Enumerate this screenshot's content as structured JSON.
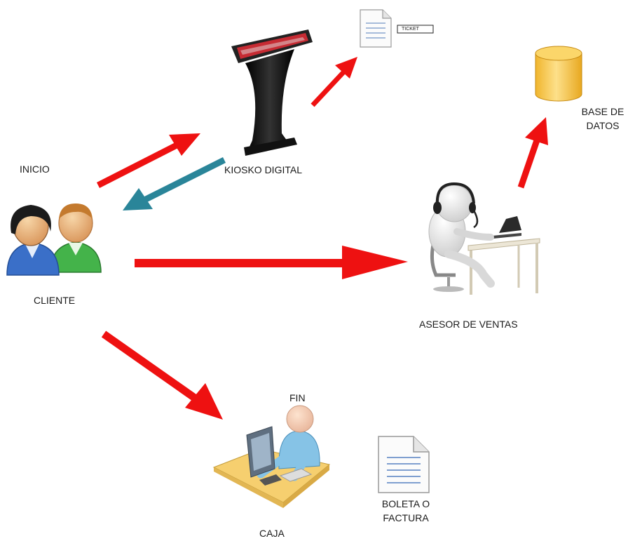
{
  "labels": {
    "inicio": "INICIO",
    "cliente": "CLIENTE",
    "kiosko": "KIOSKO DIGITAL",
    "ticket": "TICKET",
    "base_datos_line1": "BASE DE",
    "base_datos_line2": "DATOS",
    "asesor": "ASESOR DE VENTAS",
    "fin": "FIN",
    "caja": "CAJA",
    "boleta_line1": "BOLETA O",
    "boleta_line2": "FACTURA"
  },
  "colors": {
    "arrow_primary": "#ee1111",
    "arrow_return": "#2a8599",
    "database": "#f4c242",
    "kiosk": "#111111",
    "client_left_shirt": "#3a6fc8",
    "client_right_shirt": "#44b34a"
  },
  "icons": [
    "client-users-icon",
    "kiosk-icon",
    "ticket-document-icon",
    "database-icon",
    "sales-advisor-icon",
    "cashier-icon",
    "invoice-document-icon"
  ]
}
